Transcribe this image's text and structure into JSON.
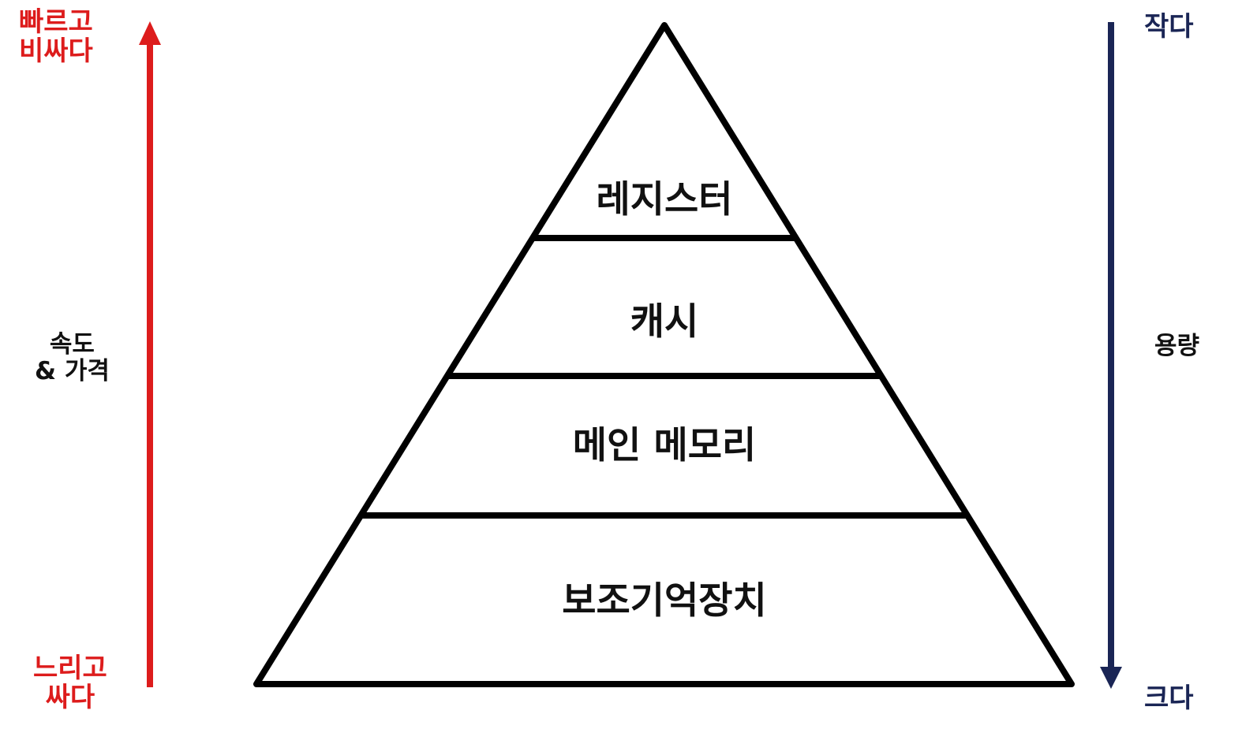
{
  "left_axis": {
    "top_line1": "빠르고",
    "top_line2": "비싸다",
    "middle_line1": "속도",
    "middle_line2": "& 가격",
    "bottom_line1": "느리고",
    "bottom_line2": "싸다",
    "color": "#dd1c1c"
  },
  "right_axis": {
    "top": "작다",
    "middle": "용량",
    "bottom": "크다",
    "color": "#1a2555"
  },
  "pyramid": {
    "tiers": [
      {
        "label": "레지스터"
      },
      {
        "label": "캐시"
      },
      {
        "label": "메인 메모리"
      },
      {
        "label": "보조기억장치"
      }
    ],
    "stroke_color": "#000000"
  }
}
